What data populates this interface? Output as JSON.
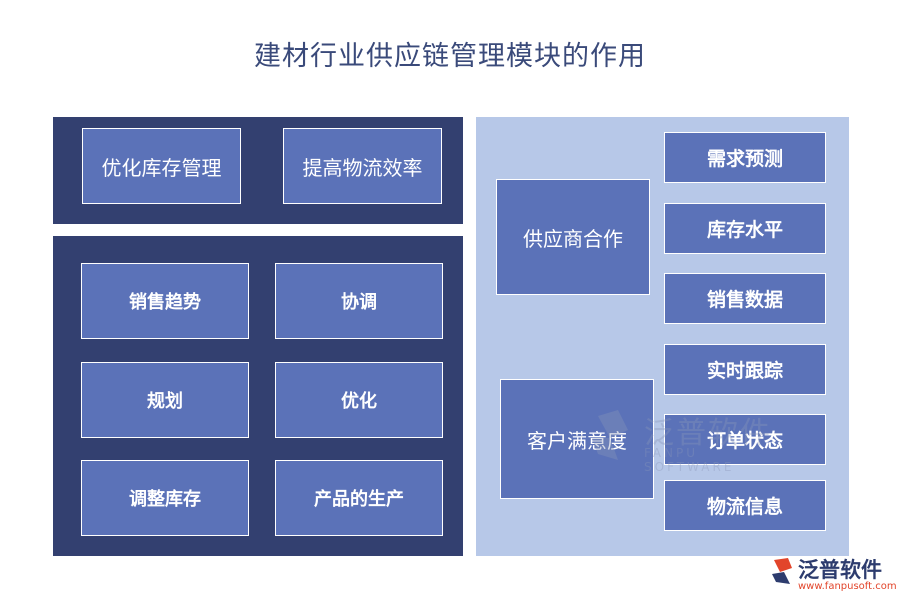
{
  "title": "建材行业供应链管理模块的作用",
  "top_panel": {
    "items": [
      "优化库存管理",
      "提高物流效率"
    ]
  },
  "middle_panel": {
    "items": [
      "销售趋势",
      "协调",
      "规划",
      "优化",
      "调整库存",
      "产品的生产"
    ]
  },
  "right_panel": {
    "groups": [
      {
        "label": "供应商合作",
        "items": [
          "需求预测",
          "库存水平",
          "销售数据"
        ]
      },
      {
        "label": "客户满意度",
        "items": [
          "实时跟踪",
          "订单状态",
          "物流信息"
        ]
      }
    ]
  },
  "watermark": {
    "text": "泛普软件",
    "sub": "FANPU SOFTWARE"
  },
  "logo": {
    "text": "泛普软件",
    "url": "www.fanpusoft.com"
  },
  "colors": {
    "dark_panel": "#334070",
    "light_panel": "#b7c8e8",
    "box": "#5b72b8",
    "title": "#3a4a7a"
  }
}
